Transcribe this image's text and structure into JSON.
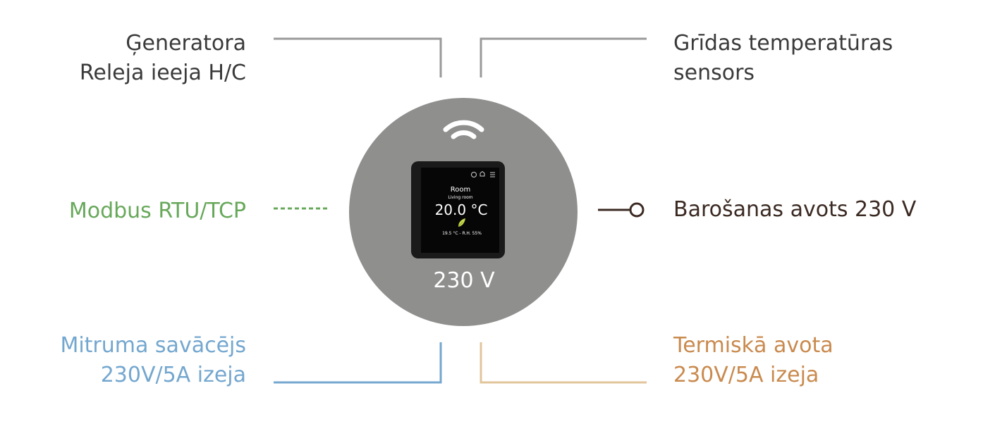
{
  "labels": {
    "generator": {
      "line1": "Ģeneratora",
      "line2": "Releja ieeja H/C"
    },
    "floor_sensor": {
      "line1": "Grīdas temperatūras",
      "line2": "sensors"
    },
    "modbus": {
      "text": "Modbus RTU/TCP"
    },
    "power": {
      "text": "Barošanas avots 230 V"
    },
    "humidity": {
      "line1": "Mitruma savācējs",
      "line2": "230V/5A izeja"
    },
    "thermal": {
      "line1": "Termiskā avota",
      "line2": "230V/5A izeja"
    }
  },
  "device": {
    "voltage": "230 V",
    "screen": {
      "title": "Room",
      "subtitle": "Living room",
      "temperature": "20.0 °C",
      "status": "19.5 °C - R.H. 55%"
    },
    "icons": [
      "wifi-icon",
      "clock-icon",
      "home-icon",
      "menu-icon",
      "leaf-icon"
    ]
  },
  "colors": {
    "circle": "#8f8f8e",
    "dark_text": "#3a3a3a",
    "modbus_green": "#67a85a",
    "power_brown": "#3b2a22",
    "humidity_blue": "#74a7cf",
    "thermal_orange": "#c98a4e",
    "grey_line": "#9a9a9a"
  }
}
